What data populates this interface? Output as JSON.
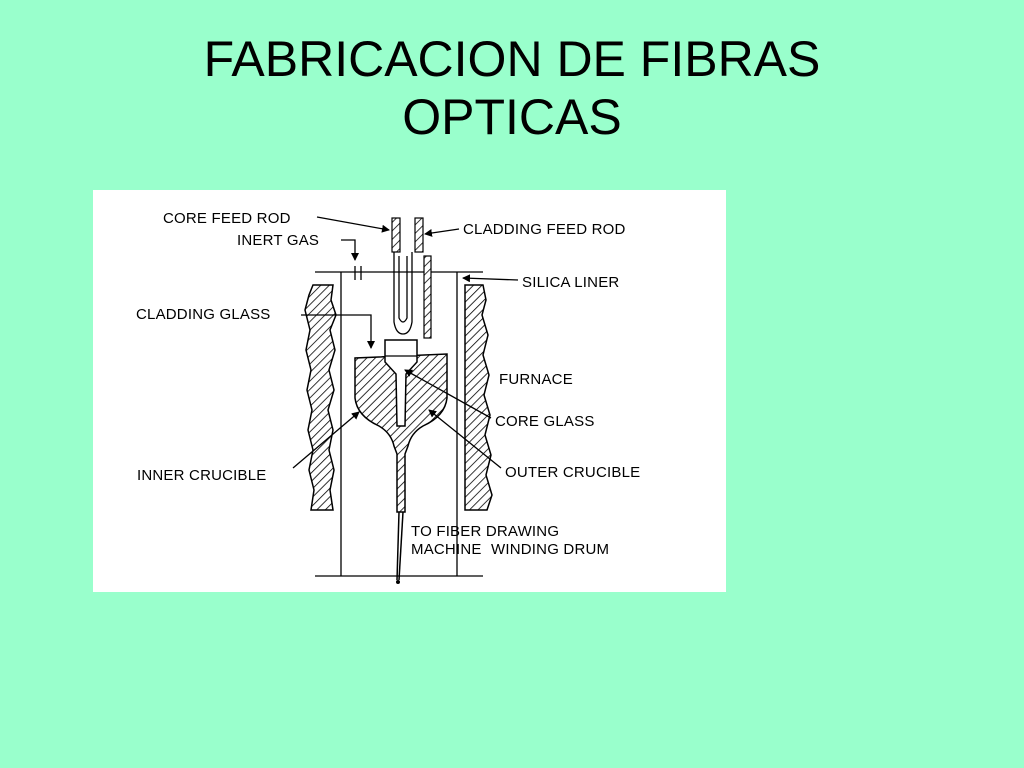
{
  "slide": {
    "title_line1": "FABRICACION DE FIBRAS",
    "title_line2": "OPTICAS",
    "background_color": "#99ffcc"
  },
  "diagram": {
    "labels": {
      "core_feed_rod": "CORE FEED ROD",
      "inert_gas": "INERT GAS",
      "cladding_feed_rod": "CLADDING  FEED  ROD",
      "silica_liner": "SILICA LINER",
      "cladding_glass": "CLADDING GLASS",
      "furnace": "FURNACE",
      "core_glass": "CORE GLASS",
      "inner_crucible": "INNER CRUCIBLE",
      "outer_crucible": "OUTER CRUCIBLE",
      "to_fiber_drawing_1": "TO FIBER DRAWING",
      "to_fiber_drawing_2a": "MACHINE",
      "to_fiber_drawing_2b": "WINDING DRUM"
    }
  }
}
